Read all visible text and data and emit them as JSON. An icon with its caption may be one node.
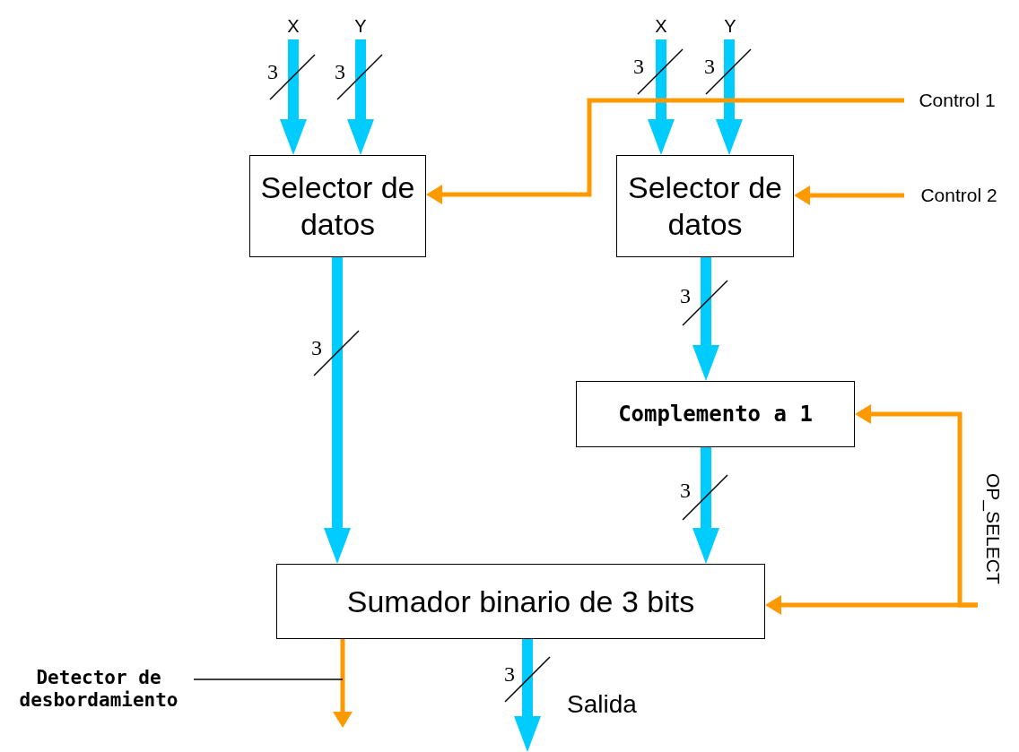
{
  "diagram": {
    "nodes": [
      {
        "text": [
          "X"
        ]
      },
      {
        "text": [
          "Y"
        ]
      },
      {
        "text": [
          "X"
        ]
      },
      {
        "text": [
          "Y"
        ]
      },
      {
        "text": [
          "Selector de datos"
        ]
      },
      {
        "text": [
          "Selector de datos"
        ]
      },
      {
        "text": [
          "Control 1"
        ]
      },
      {
        "text": [
          "Control 2"
        ]
      },
      {
        "text": [
          "Complemento a 1"
        ]
      },
      {
        "text": [
          "OP_SELECT"
        ]
      },
      {
        "text": [
          "Sumador binario de 3 bits"
        ]
      },
      {
        "text": [
          "Detector de desbordamiento"
        ]
      }
    ],
    "edges": [
      {
        "from": 0,
        "to": 4,
        "arrow": "to",
        "label": "3"
      },
      {
        "from": 1,
        "to": 4,
        "arrow": "to",
        "label": "3"
      },
      {
        "from": 2,
        "to": 5,
        "arrow": "to",
        "label": "3"
      },
      {
        "from": 3,
        "to": 5,
        "arrow": "to",
        "label": "3"
      },
      {
        "from": 6,
        "to": 4,
        "arrow": "to",
        "color": "#ff9900"
      },
      {
        "from": 7,
        "to": 5,
        "arrow": "to",
        "color": "#ff9900"
      },
      {
        "from": 5,
        "to": 8,
        "arrow": "to",
        "label": "3"
      },
      {
        "from": 4,
        "to": 10,
        "arrow": "to",
        "label": "3"
      },
      {
        "from": 8,
        "to": 10,
        "arrow": "to",
        "label": "3"
      },
      {
        "from": 9,
        "to": 8,
        "arrow": "to",
        "color": "#ff9900"
      },
      {
        "from": 9,
        "to": 10,
        "arrow": "to",
        "color": "#ff9900"
      },
      {
        "from": 10,
        "to": null,
        "arrow": "to",
        "label": "3"
      },
      {
        "from": 10,
        "to": null,
        "arrow": "to",
        "color": "#ff9900"
      },
      {
        "from": 11,
        "to": null,
        "arrow": "none",
        "color": "#000000"
      }
    ],
    "labels": [
      "Salida"
    ]
  }
}
